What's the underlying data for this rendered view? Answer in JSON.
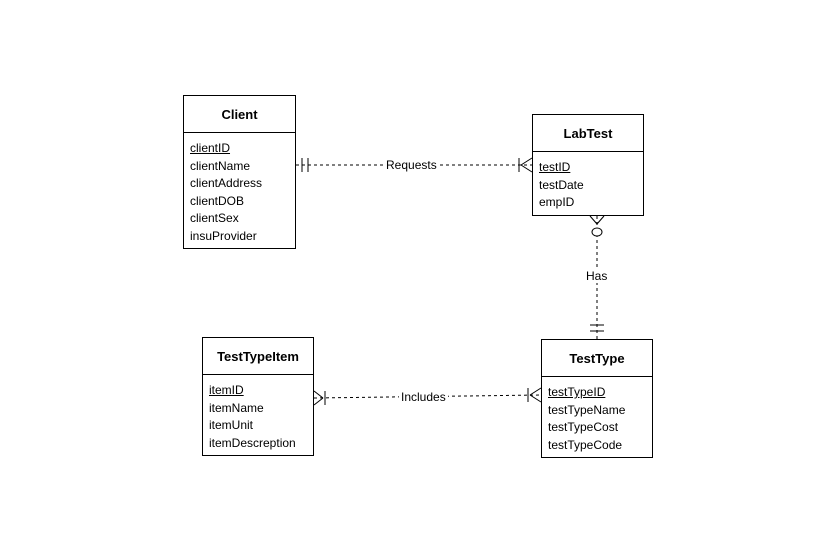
{
  "entities": {
    "client": {
      "name": "Client",
      "attributes": [
        {
          "label": "clientID",
          "pk": true
        },
        {
          "label": "clientName",
          "pk": false
        },
        {
          "label": "clientAddress",
          "pk": false
        },
        {
          "label": "clientDOB",
          "pk": false
        },
        {
          "label": "clientSex",
          "pk": false
        },
        {
          "label": "insuProvider",
          "pk": false
        }
      ]
    },
    "labtest": {
      "name": "LabTest",
      "attributes": [
        {
          "label": "testID",
          "pk": true
        },
        {
          "label": "testDate",
          "pk": false
        },
        {
          "label": "empID",
          "pk": false
        }
      ]
    },
    "testtypeitem": {
      "name": "TestTypeItem",
      "attributes": [
        {
          "label": "itemID",
          "pk": true
        },
        {
          "label": "itemName",
          "pk": false
        },
        {
          "label": "itemUnit",
          "pk": false
        },
        {
          "label": "itemDescreption",
          "pk": false
        }
      ]
    },
    "testtype": {
      "name": "TestType",
      "attributes": [
        {
          "label": "testTypeID",
          "pk": true
        },
        {
          "label": "testTypeName",
          "pk": false
        },
        {
          "label": "testTypeCost",
          "pk": false
        },
        {
          "label": "testTypeCode",
          "pk": false
        }
      ]
    }
  },
  "relationships": {
    "requests": {
      "label": "Requests"
    },
    "has": {
      "label": "Has"
    },
    "includes": {
      "label": "Includes"
    }
  },
  "colors": {
    "line": "#000000",
    "background": "#ffffff"
  }
}
